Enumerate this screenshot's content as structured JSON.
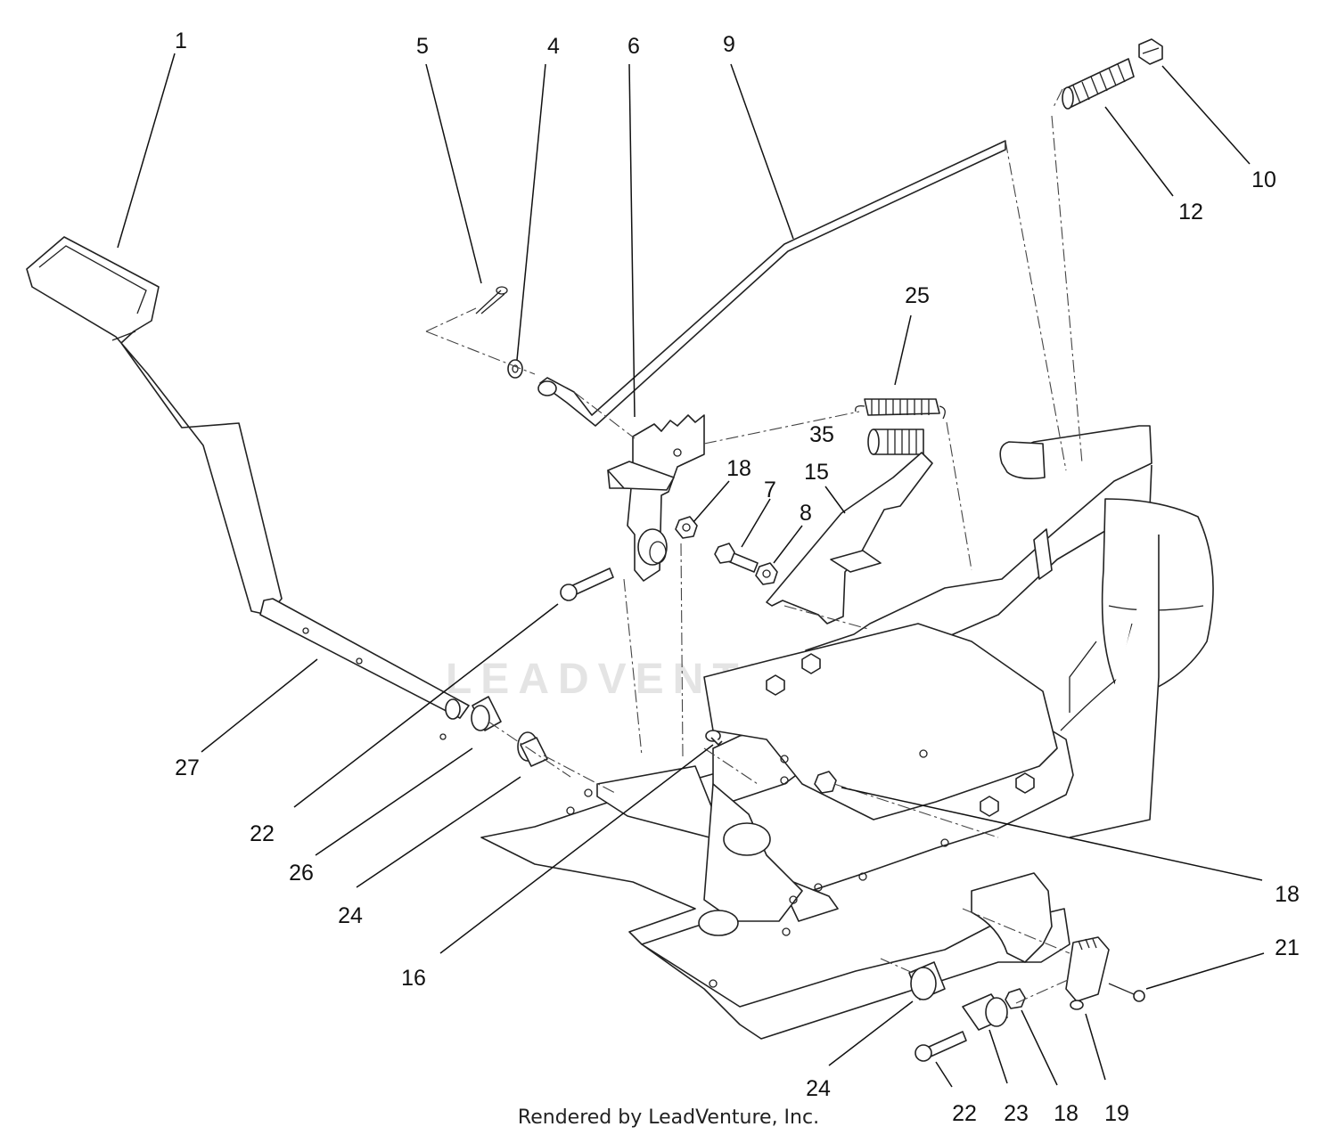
{
  "watermark": "LEADVENTURE",
  "credit": "Rendered by LeadVenture, Inc.",
  "callouts": [
    {
      "id": "c1",
      "label": "1"
    },
    {
      "id": "c5",
      "label": "5"
    },
    {
      "id": "c4",
      "label": "4"
    },
    {
      "id": "c6",
      "label": "6"
    },
    {
      "id": "c9",
      "label": "9"
    },
    {
      "id": "c10",
      "label": "10"
    },
    {
      "id": "c12",
      "label": "12"
    },
    {
      "id": "c25",
      "label": "25"
    },
    {
      "id": "c35",
      "label": "35"
    },
    {
      "id": "c18a",
      "label": "18"
    },
    {
      "id": "c7",
      "label": "7"
    },
    {
      "id": "c15",
      "label": "15"
    },
    {
      "id": "c8",
      "label": "8"
    },
    {
      "id": "c27",
      "label": "27"
    },
    {
      "id": "c22a",
      "label": "22"
    },
    {
      "id": "c26",
      "label": "26"
    },
    {
      "id": "c24a",
      "label": "24"
    },
    {
      "id": "c16",
      "label": "16"
    },
    {
      "id": "c18b",
      "label": "18"
    },
    {
      "id": "c21",
      "label": "21"
    },
    {
      "id": "c24b",
      "label": "24"
    },
    {
      "id": "c22b",
      "label": "22"
    },
    {
      "id": "c23",
      "label": "23"
    },
    {
      "id": "c18c",
      "label": "18"
    },
    {
      "id": "c19",
      "label": "19"
    }
  ]
}
